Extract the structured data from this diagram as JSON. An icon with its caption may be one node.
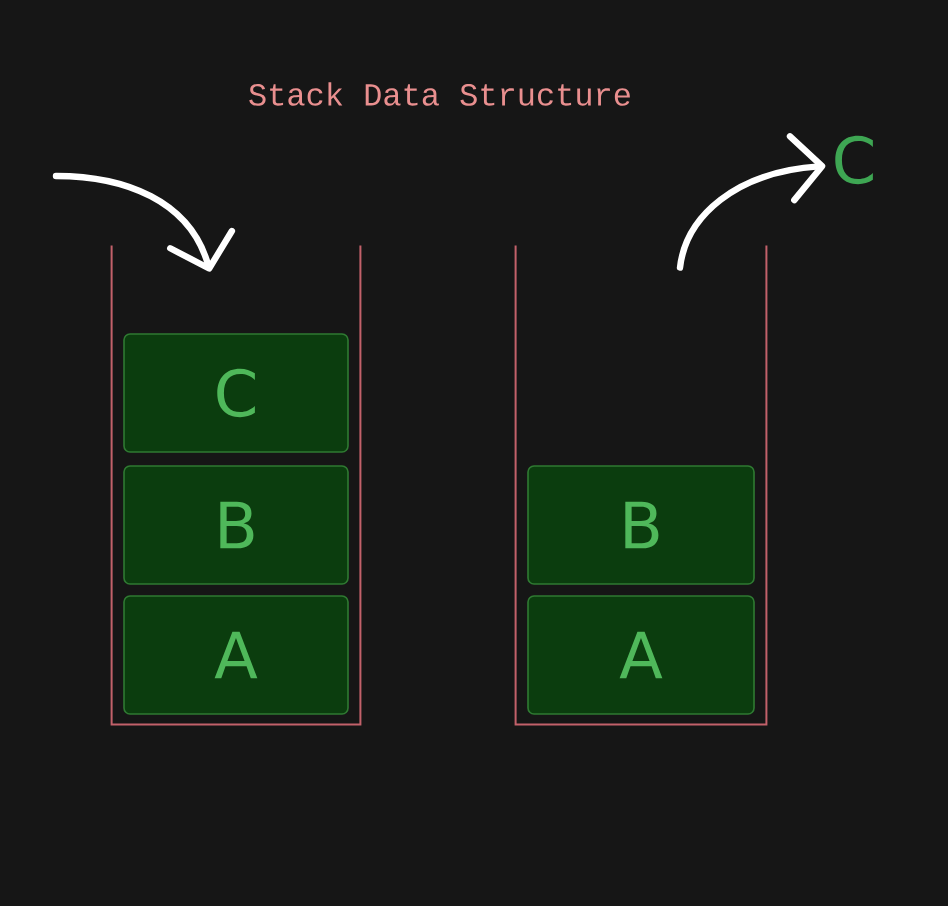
{
  "diagram": {
    "title": "Stack Data Structure",
    "nodes": [
      {
        "text": [],
        "shape": "container"
      },
      {
        "text": [
          "C"
        ],
        "in": 0
      },
      {
        "text": [
          "B"
        ],
        "in": 0
      },
      {
        "text": [
          "A"
        ],
        "in": 0
      },
      {
        "text": [],
        "shape": "container"
      },
      {
        "text": [
          "B"
        ],
        "in": 4
      },
      {
        "text": [
          "A"
        ],
        "in": 4
      },
      {
        "text": [
          "C"
        ]
      }
    ],
    "edges": [
      {
        "from": null,
        "to": 0,
        "arrow": "to"
      },
      {
        "from": 4,
        "to": 7,
        "arrow": "to"
      }
    ]
  }
}
